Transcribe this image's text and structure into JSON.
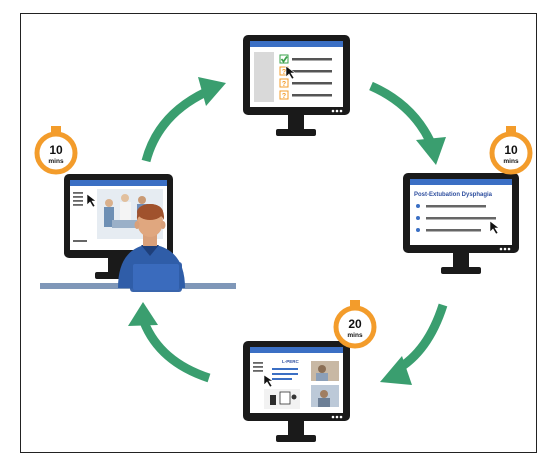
{
  "timers": {
    "top_right": {
      "value": "10",
      "unit": "mins"
    },
    "left": {
      "value": "10",
      "unit": "mins"
    },
    "bottom": {
      "value": "20",
      "unit": "mins"
    }
  },
  "screens": {
    "right": {
      "title": "Post-Extubation Dysphagia"
    },
    "bottom": {
      "title": "L-PERC"
    }
  },
  "colors": {
    "arrow": "#3a9e6f",
    "timer_ring": "#f39c2b",
    "monitor_frame": "#1a1a1a",
    "screen_bar": "#3b6fc4",
    "check_green": "#3aa04a",
    "question_orange": "#f39c2b",
    "person_shirt": "#2f5da8",
    "desk": "#7f97b8"
  },
  "icons": [
    "cycle-arrow-icon",
    "timer-icon",
    "monitor-icon",
    "checkbox-icon",
    "question-icon",
    "cursor-icon",
    "person-icon"
  ]
}
